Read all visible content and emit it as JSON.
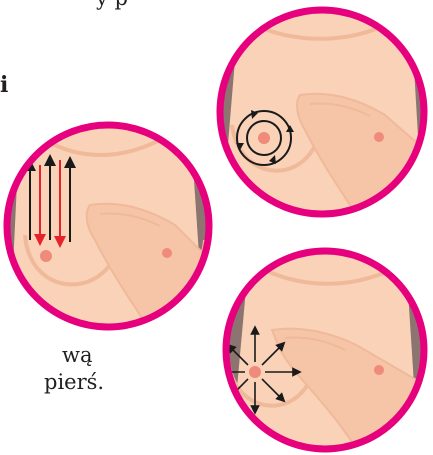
{
  "text": {
    "top_fragment": "y p",
    "bold_fragment": "i",
    "line1": "wą",
    "line2": "pierś."
  },
  "colors": {
    "ring": "#e6007e",
    "skin": "#f9d2b8",
    "skin_shadow": "#efb99a",
    "nipple": "#f08a7a",
    "dark_skin": "#8c7470",
    "arrow_red": "#e8222d",
    "arrow_black": "#1a1a1a"
  },
  "icons": {
    "circle_1": "vertical-strip-arrows-icon",
    "circle_2": "circular-motion-arrows-icon",
    "circle_3": "radial-arrows-icon"
  }
}
